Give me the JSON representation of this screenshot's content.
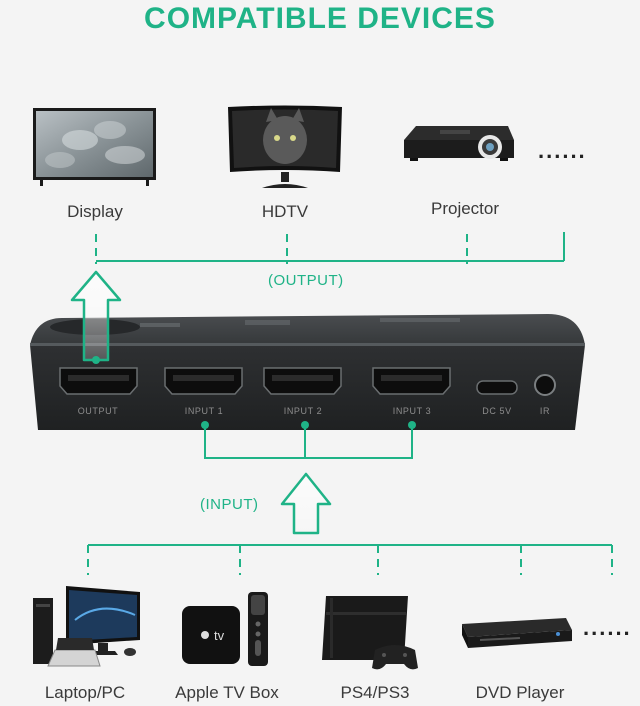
{
  "title": "COMPATIBLE DEVICES",
  "output_devices": [
    {
      "label": "Display"
    },
    {
      "label": "HDTV"
    },
    {
      "label": "Projector"
    }
  ],
  "output_more": "......",
  "output_label": "(OUTPUT)",
  "input_label": "(INPUT)",
  "switch_ports": {
    "output": "OUTPUT",
    "input1": "INPUT 1",
    "input2": "INPUT 2",
    "input3": "INPUT 3",
    "dc": "DC 5V",
    "ir": "IR"
  },
  "input_devices": [
    {
      "label": "Laptop/PC"
    },
    {
      "label": "Apple TV Box"
    },
    {
      "label": "PS4/PS3"
    },
    {
      "label": "DVD Player"
    }
  ],
  "input_more": "......",
  "colors": {
    "accent": "#1fb387",
    "switch_body": "#2b2d2e"
  }
}
